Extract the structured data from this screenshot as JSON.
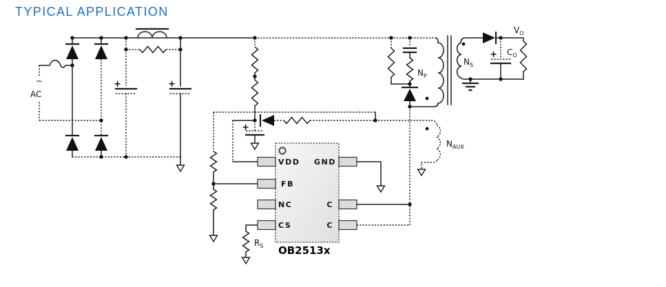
{
  "header": {
    "title": "TYPICAL APPLICATION"
  },
  "schematic": {
    "labels": {
      "ac_tilde": "~",
      "ac": "AC",
      "plus": "+",
      "np": {
        "base": "N",
        "sub": "P"
      },
      "ns": {
        "base": "N",
        "sub": "S"
      },
      "naux": {
        "base": "N",
        "sub": "AUX"
      },
      "vo": {
        "base": "V",
        "sub": "O"
      },
      "co": {
        "base": "C",
        "sub": "O"
      },
      "rs": {
        "base": "R",
        "sub": "S"
      }
    },
    "ic": {
      "part_number": "OB2513x",
      "left_pins": [
        "VDD",
        "FB",
        "NC",
        "CS"
      ],
      "right_pins": [
        "GND",
        "C",
        "C"
      ]
    },
    "colors": {
      "title": "#1d6fc2",
      "line": "#1a1a1a",
      "ic_fill": "#ededed"
    }
  }
}
